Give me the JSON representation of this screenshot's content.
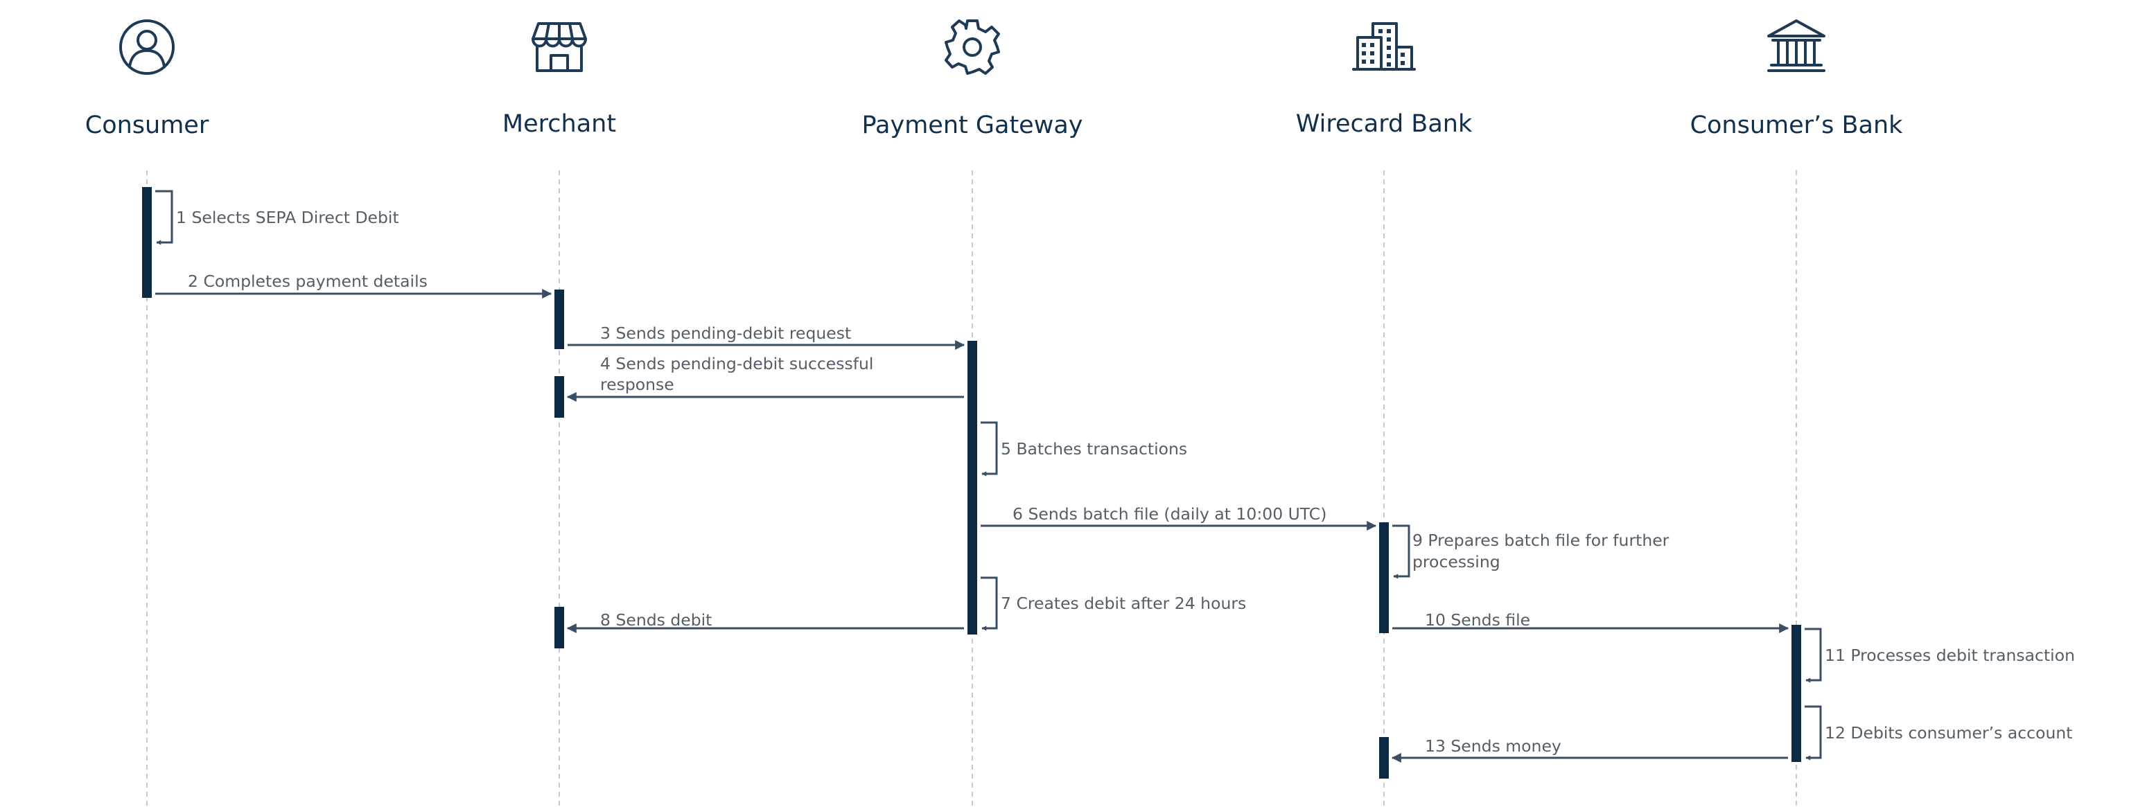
{
  "diagram": {
    "actors": [
      {
        "id": "consumer",
        "label": "Consumer",
        "icon": "user-icon"
      },
      {
        "id": "merchant",
        "label": "Merchant",
        "icon": "storefront-icon"
      },
      {
        "id": "gateway",
        "label": "Payment Gateway",
        "icon": "gear-icon"
      },
      {
        "id": "wirecard",
        "label": "Wirecard Bank",
        "icon": "office-building-icon"
      },
      {
        "id": "consumer-bank",
        "label": "Consumer’s Bank",
        "icon": "bank-icon"
      }
    ],
    "messages": [
      {
        "number": "1",
        "text": "Selects SEPA Direct Debit",
        "from": "consumer",
        "to": "consumer"
      },
      {
        "number": "2",
        "text": "Completes payment details",
        "from": "consumer",
        "to": "merchant"
      },
      {
        "number": "3",
        "text": "Sends pending-debit request",
        "from": "merchant",
        "to": "gateway"
      },
      {
        "number": "4",
        "text": "Sends pending-debit successful response",
        "line1": "4 Sends pending-debit successful",
        "line2": "response",
        "from": "gateway",
        "to": "merchant"
      },
      {
        "number": "5",
        "text": "Batches transactions",
        "from": "gateway",
        "to": "gateway"
      },
      {
        "number": "6",
        "text": "Sends batch file (daily at 10:00 UTC)",
        "from": "gateway",
        "to": "wirecard"
      },
      {
        "number": "9",
        "text": "Prepares batch file for further processing",
        "line1": "9 Prepares batch file for further",
        "line2": "processing",
        "from": "wirecard",
        "to": "wirecard"
      },
      {
        "number": "7",
        "text": "Creates debit after 24 hours",
        "from": "gateway",
        "to": "gateway"
      },
      {
        "number": "8",
        "text": "Sends debit",
        "from": "gateway",
        "to": "merchant"
      },
      {
        "number": "10",
        "text": "Sends file",
        "from": "wirecard",
        "to": "consumer-bank"
      },
      {
        "number": "11",
        "text": "Processes debit transaction",
        "from": "consumer-bank",
        "to": "consumer-bank"
      },
      {
        "number": "12",
        "text": "Debits consumer’s account",
        "from": "consumer-bank",
        "to": "consumer-bank"
      },
      {
        "number": "13",
        "text": "Sends money",
        "from": "consumer-bank",
        "to": "wirecard"
      }
    ]
  }
}
